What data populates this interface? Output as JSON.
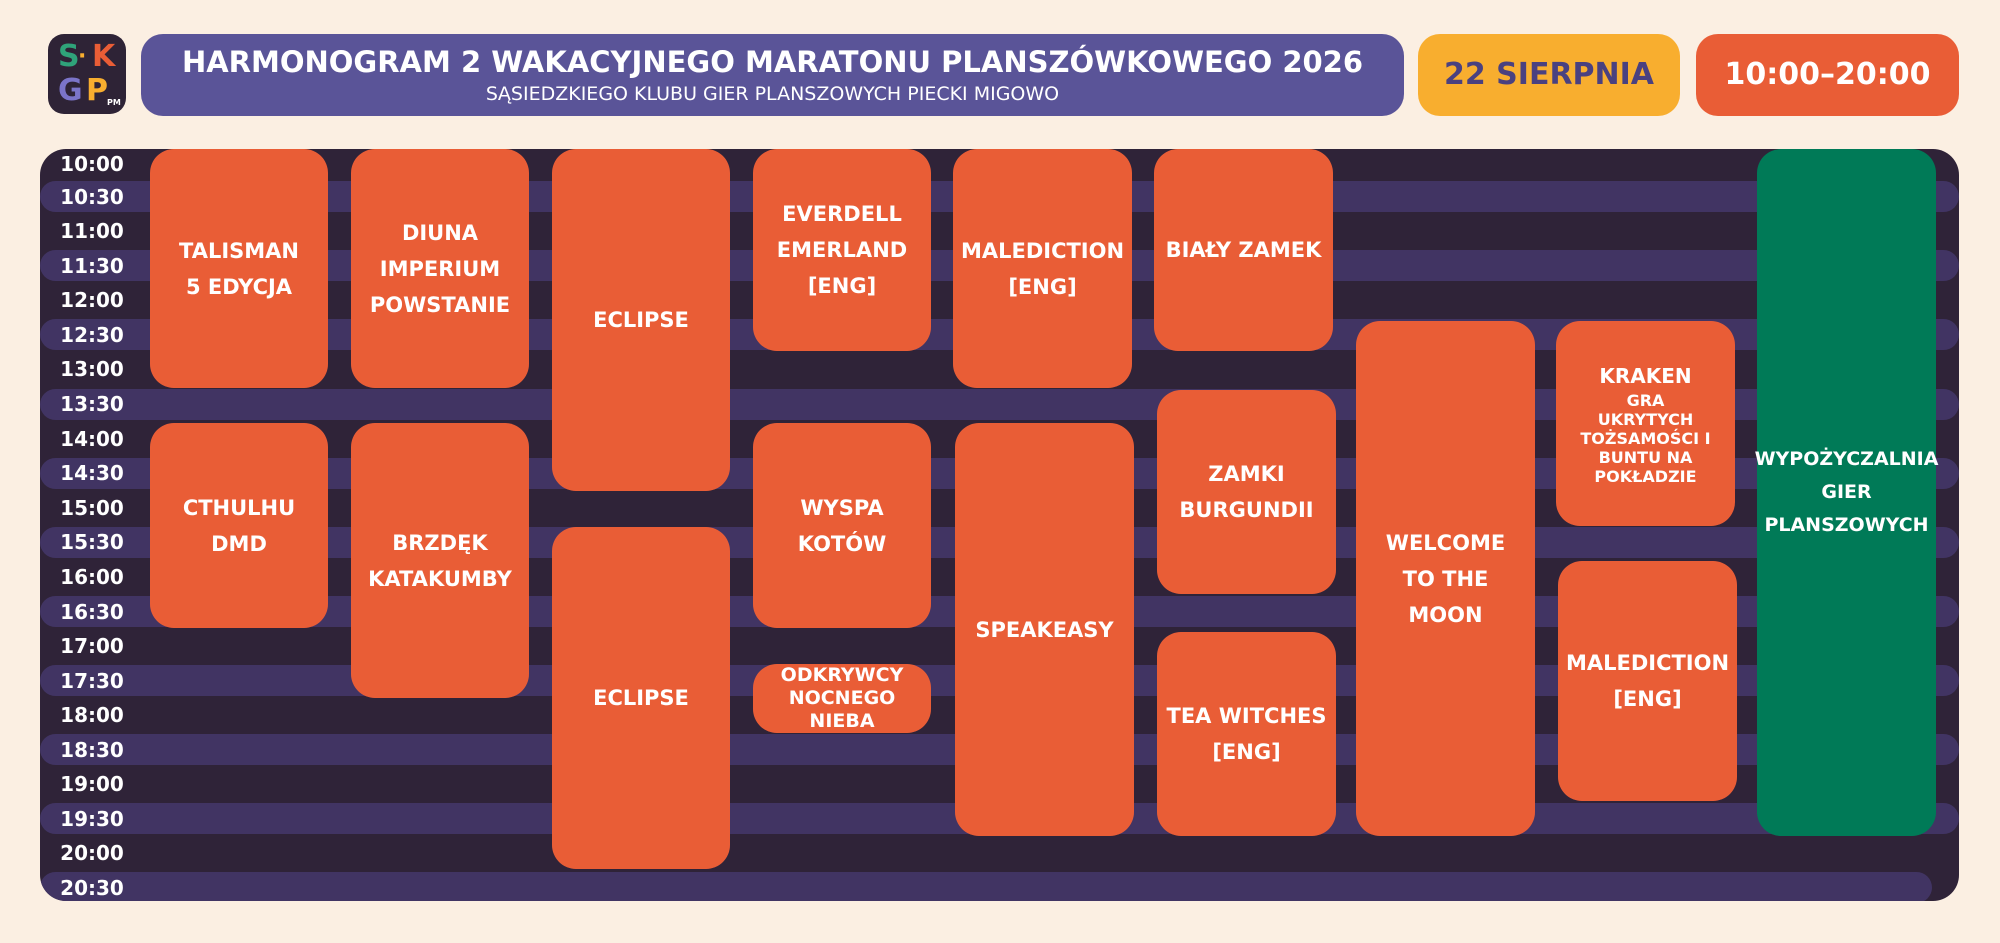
{
  "header": {
    "logo_letters": [
      "S",
      "K",
      "G",
      "P"
    ],
    "logo_dot": "·",
    "logo_small": "PM",
    "title": "HARMONOGRAM 2 WAKACYJNEGO MARATONU PLANSZÓWKOWEGO 2026",
    "subtitle": "SĄSIEDZKIEGO KLUBU GIER PLANSZOWYCH PIECKI MIGOWO",
    "date": "22 SIERPNIA",
    "hours": "10:00–20:00"
  },
  "colors": {
    "background": "#fbefe2",
    "board": "#2f2338",
    "stripe": "#413463",
    "title_bg": "#5a5498",
    "date_bg": "#f8ae2f",
    "event_orange": "#e95d36",
    "event_green": "#007a57"
  },
  "times": [
    "10:00",
    "10:30",
    "11:00",
    "11:30",
    "12:00",
    "12:30",
    "13:00",
    "13:30",
    "14:00",
    "14:30",
    "15:00",
    "15:30",
    "16:00",
    "16:30",
    "17:00",
    "17:30",
    "18:00",
    "18:30",
    "19:00",
    "19:30",
    "20:00",
    "20:30"
  ],
  "events": [
    {
      "name": "TALISMAN\n5 EDYCJA",
      "sub": ""
    },
    {
      "name": "CTHULHU\nDMD",
      "sub": ""
    },
    {
      "name": "DIUNA\nIMPERIUM\nPOWSTANIE",
      "sub": ""
    },
    {
      "name": "BRZDĘK\nKATAKUMBY",
      "sub": ""
    },
    {
      "name": "ECLIPSE",
      "sub": ""
    },
    {
      "name": "ECLIPSE",
      "sub": ""
    },
    {
      "name": "EVERDELL\nEMERLAND\n[ENG]",
      "sub": ""
    },
    {
      "name": "WYSPA\nKOTÓW",
      "sub": ""
    },
    {
      "name": "ODKRYWCY\nNOCNEGO\nNIEBA",
      "sub": ""
    },
    {
      "name": "MALEDICTION\n[ENG]",
      "sub": ""
    },
    {
      "name": "SPEAKEASY",
      "sub": ""
    },
    {
      "name": "BIAŁY ZAMEK",
      "sub": ""
    },
    {
      "name": "ZAMKI\nBURGUNDII",
      "sub": ""
    },
    {
      "name": "TEA WITCHES\n[ENG]",
      "sub": ""
    },
    {
      "name": "WELCOME\nTO THE MOON",
      "sub": ""
    },
    {
      "name": "KRAKEN",
      "sub": "GRA\nUKRYTYCH\nTOŻSAMOŚCI I\nBUNTU NA\nPOKŁADZIE"
    },
    {
      "name": "MALEDICTION\n[ENG]",
      "sub": ""
    },
    {
      "name": "WYPOŻYCZALNIA\nGIER\nPLANSZOWYCH",
      "sub": ""
    }
  ]
}
